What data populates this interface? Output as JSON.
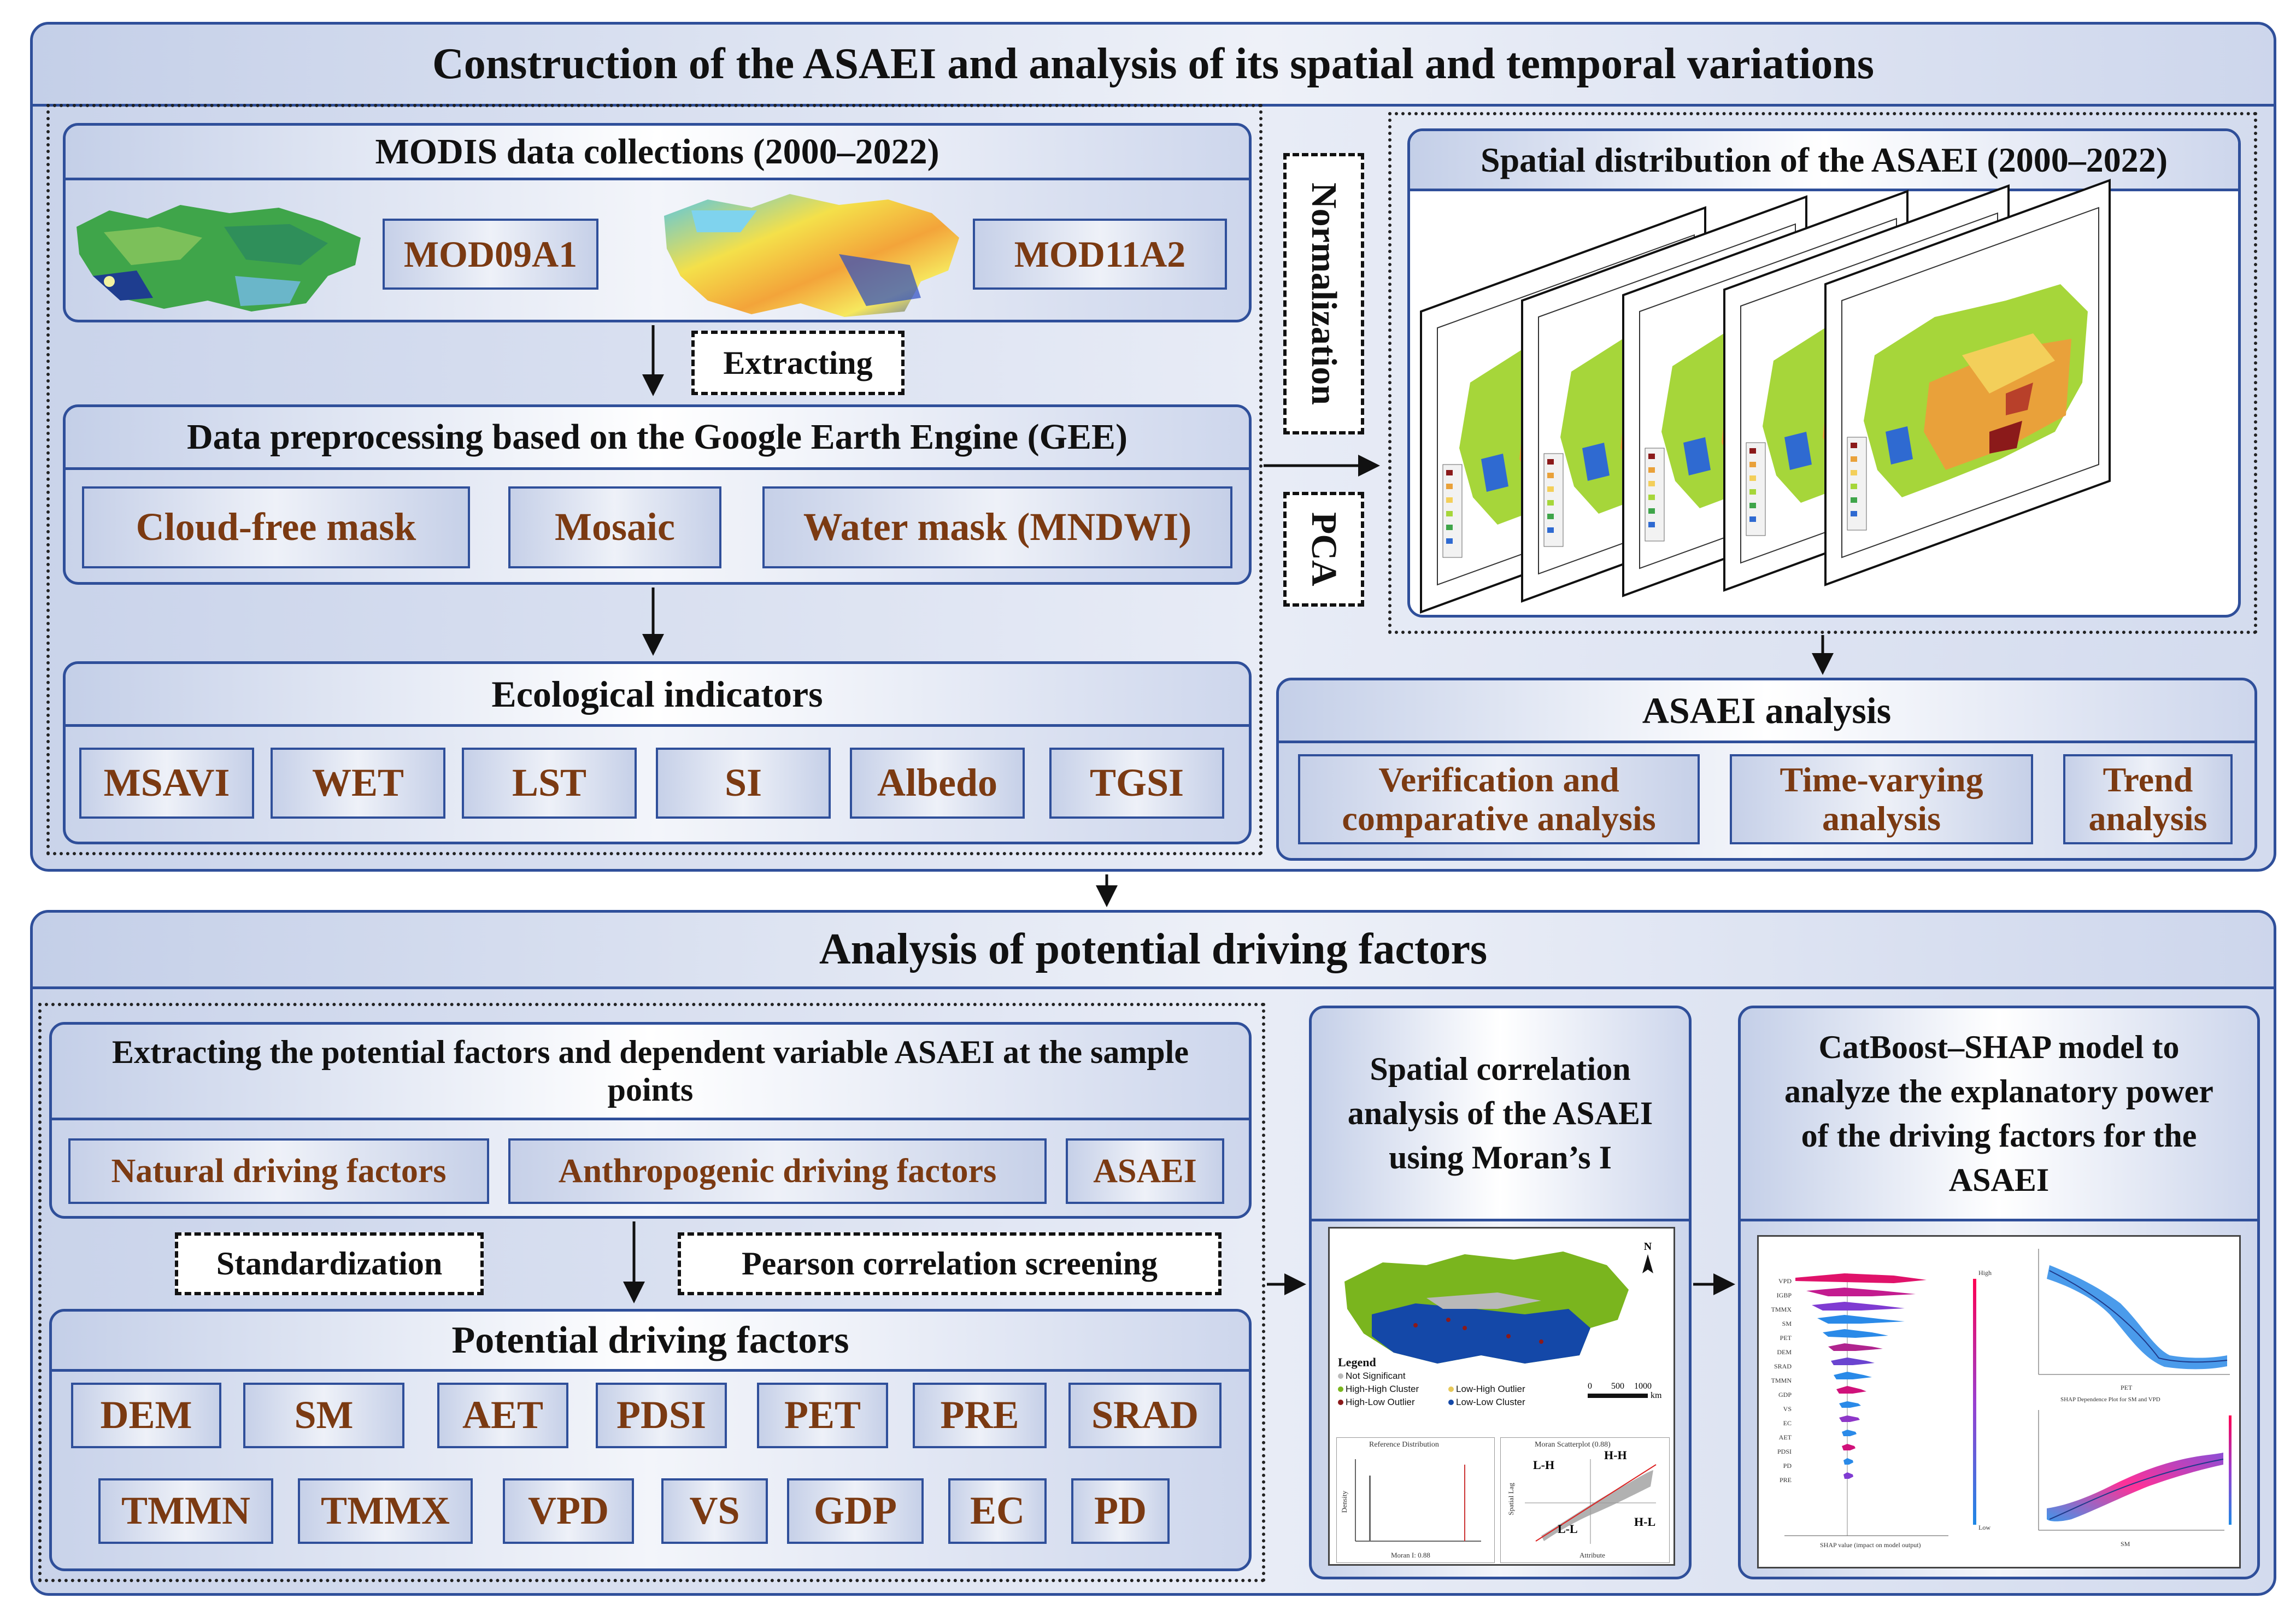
{
  "top_section": {
    "title": "Construction of the ASAEI and analysis of its spatial and temporal variations",
    "modis": {
      "title": "MODIS data collections (2000–2022)",
      "products": [
        "MOD09A1",
        "MOD11A2"
      ]
    },
    "extracting_label": "Extracting",
    "preprocess": {
      "title": "Data preprocessing based on the Google Earth Engine (GEE)",
      "steps": [
        "Cloud-free mask",
        "Mosaic",
        "Water mask (MNDWI)"
      ]
    },
    "indicators": {
      "title": "Ecological indicators",
      "items": [
        "MSAVI",
        "WET",
        "LST",
        "SI",
        "Albedo",
        "TGSI"
      ]
    },
    "normalization_label": "Normalization",
    "pca_label": "PCA",
    "spatial": {
      "title": "Spatial distribution of the ASAEI (2000–2022)"
    },
    "analysis": {
      "title": "ASAEI analysis",
      "items": [
        "Verification and comparative analysis",
        "Time-varying analysis",
        "Trend analysis"
      ]
    }
  },
  "bottom_section": {
    "title": "Analysis of potential driving factors",
    "extract": {
      "title": "Extracting the potential factors and dependent variable ASAEI at the sample points",
      "items": [
        "Natural driving factors",
        "Anthropogenic driving factors",
        "ASAEI"
      ]
    },
    "standardization_label": "Standardization",
    "pearson_label": "Pearson correlation screening",
    "factors": {
      "title": "Potential driving factors",
      "row1": [
        "DEM",
        "SM",
        "AET",
        "PDSI",
        "PET",
        "PRE",
        "SRAD"
      ],
      "row2": [
        "TMMN",
        "TMMX",
        "VPD",
        "VS",
        "GDP",
        "EC",
        "PD"
      ]
    },
    "moran": {
      "title": "Spatial correlation analysis of the ASAEI using Moran’s I",
      "legend_title": "Legend",
      "legend_items": [
        "Not Significant",
        "High-High Cluster",
        "High-Low Outlier",
        "Low-High Outlier",
        "Low-Low Cluster"
      ],
      "scale": [
        "0",
        "500",
        "1000"
      ],
      "scale_unit": "km",
      "ref_title": "Reference Distribution",
      "ref_xlabel": "Moran I: 0.88",
      "ref_ylabel": "Density",
      "scatter_title": "Moran Scatterplot (0.88)",
      "scatter_xlabel": "Attribute",
      "scatter_ylabel": "Spatial Lag",
      "quadrants": [
        "L-H",
        "H-H",
        "L-L",
        "H-L"
      ]
    },
    "catboost": {
      "title": "CatBoost–SHAP model to analyze the explanatory power of the driving factors for the ASAEI",
      "summary_features": [
        "VPD",
        "IGBP",
        "TMMX",
        "SM",
        "PET",
        "DEM",
        "SRAD",
        "TMMN",
        "GDP",
        "VS",
        "EC",
        "AET",
        "PDSI",
        "PD",
        "PRE"
      ],
      "summary_xlabel": "SHAP value (impact on model output)",
      "dep1_xlabel": "PET",
      "dep2_title": "SHAP Dependence Plot for SM and VPD",
      "dep2_xlabel": "SM",
      "high_label": "High",
      "low_label": "Low"
    }
  },
  "colors": {
    "border": "#2f4f9a",
    "chip_text": "#7b3a12",
    "arrow": "#111111"
  }
}
